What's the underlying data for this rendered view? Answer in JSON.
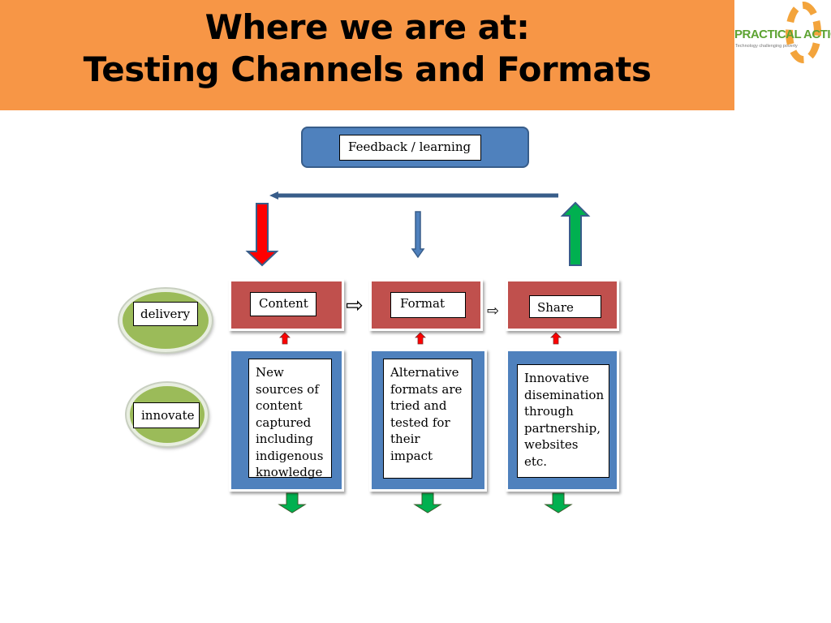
{
  "header": {
    "title_line1": "Where we are at:",
    "title_line2": "Testing Channels and Formats",
    "background": "#f79646"
  },
  "logo": {
    "name": "PRACTICAL ACTION",
    "tagline": "Technology challenging poverty"
  },
  "feedback": {
    "label": "Feedback / learning"
  },
  "left_nodes": {
    "delivery": "delivery",
    "innovate": "innovate"
  },
  "stages": [
    {
      "name": "Content",
      "description": "New sources of content captured including indigenous knowledge",
      "input_arrow": "red-down-arrow"
    },
    {
      "name": "Format",
      "description": "Alternative formats are tried and tested for their impact",
      "input_arrow": "blue-down-arrow"
    },
    {
      "name": "Share",
      "description": "Innovative disemination through partnership, websites etc.",
      "input_arrow": "green-up-arrow"
    }
  ],
  "connectors": {
    "between_stages": "⇨"
  },
  "colors": {
    "top_panel": "#c0504d",
    "bottom_panel": "#4f81bd",
    "circle": "#9bbb59",
    "feedback_box": "#4f81bd"
  }
}
